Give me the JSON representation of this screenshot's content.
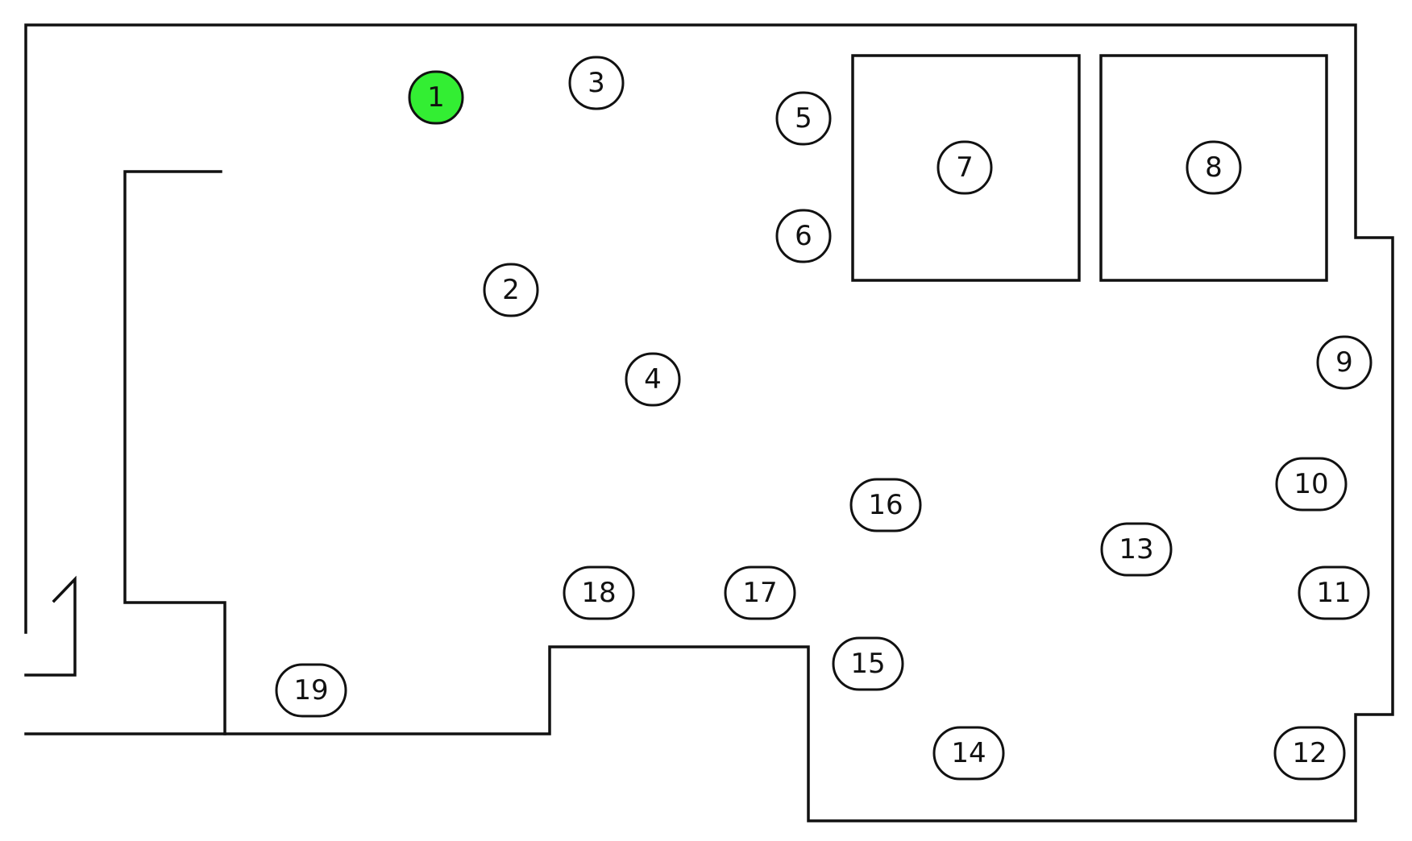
{
  "colors": {
    "line": "#111111",
    "marker_fill": "#ffffff",
    "highlight_fill": "#33ee33"
  },
  "highlighted_marker": "1",
  "markers": [
    {
      "label": "1"
    },
    {
      "label": "2"
    },
    {
      "label": "3"
    },
    {
      "label": "4"
    },
    {
      "label": "5"
    },
    {
      "label": "6"
    },
    {
      "label": "7"
    },
    {
      "label": "8"
    },
    {
      "label": "9"
    },
    {
      "label": "10"
    },
    {
      "label": "11"
    },
    {
      "label": "12"
    },
    {
      "label": "13"
    },
    {
      "label": "14"
    },
    {
      "label": "15"
    },
    {
      "label": "16"
    },
    {
      "label": "17"
    },
    {
      "label": "18"
    },
    {
      "label": "19"
    }
  ]
}
